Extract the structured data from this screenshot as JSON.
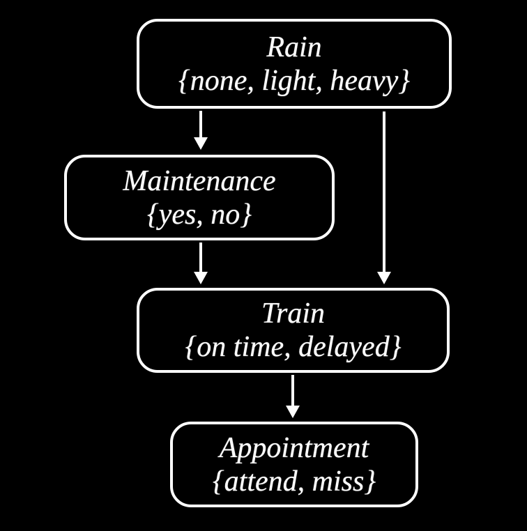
{
  "diagram": {
    "kind": "bayesian-network",
    "background_color": "#000000",
    "node_border_color": "#ffffff",
    "text_color": "#ffffff",
    "nodes": [
      {
        "id": "rain",
        "name": "Rain",
        "values": "{none, light, heavy}"
      },
      {
        "id": "maintenance",
        "name": "Maintenance",
        "values": "{yes, no}"
      },
      {
        "id": "train",
        "name": "Train",
        "values": "{on time, delayed}"
      },
      {
        "id": "appointment",
        "name": "Appointment",
        "values": "{attend, miss}"
      }
    ],
    "edges": [
      {
        "from": "Rain",
        "to": "Maintenance"
      },
      {
        "from": "Rain",
        "to": "Train"
      },
      {
        "from": "Maintenance",
        "to": "Train"
      },
      {
        "from": "Train",
        "to": "Appointment"
      }
    ]
  }
}
